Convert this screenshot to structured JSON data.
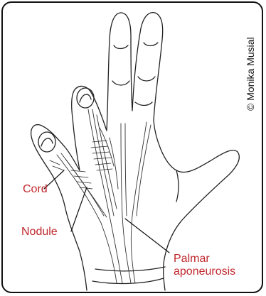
{
  "labels": {
    "cord": "Cord",
    "nodule": "Nodule",
    "palmar_line1": "Palmar",
    "palmar_line2": "aponeurosis"
  },
  "credit": "© Monika Musial",
  "colors": {
    "label": "#c0272d",
    "line": "#111111",
    "border": "#111111"
  }
}
